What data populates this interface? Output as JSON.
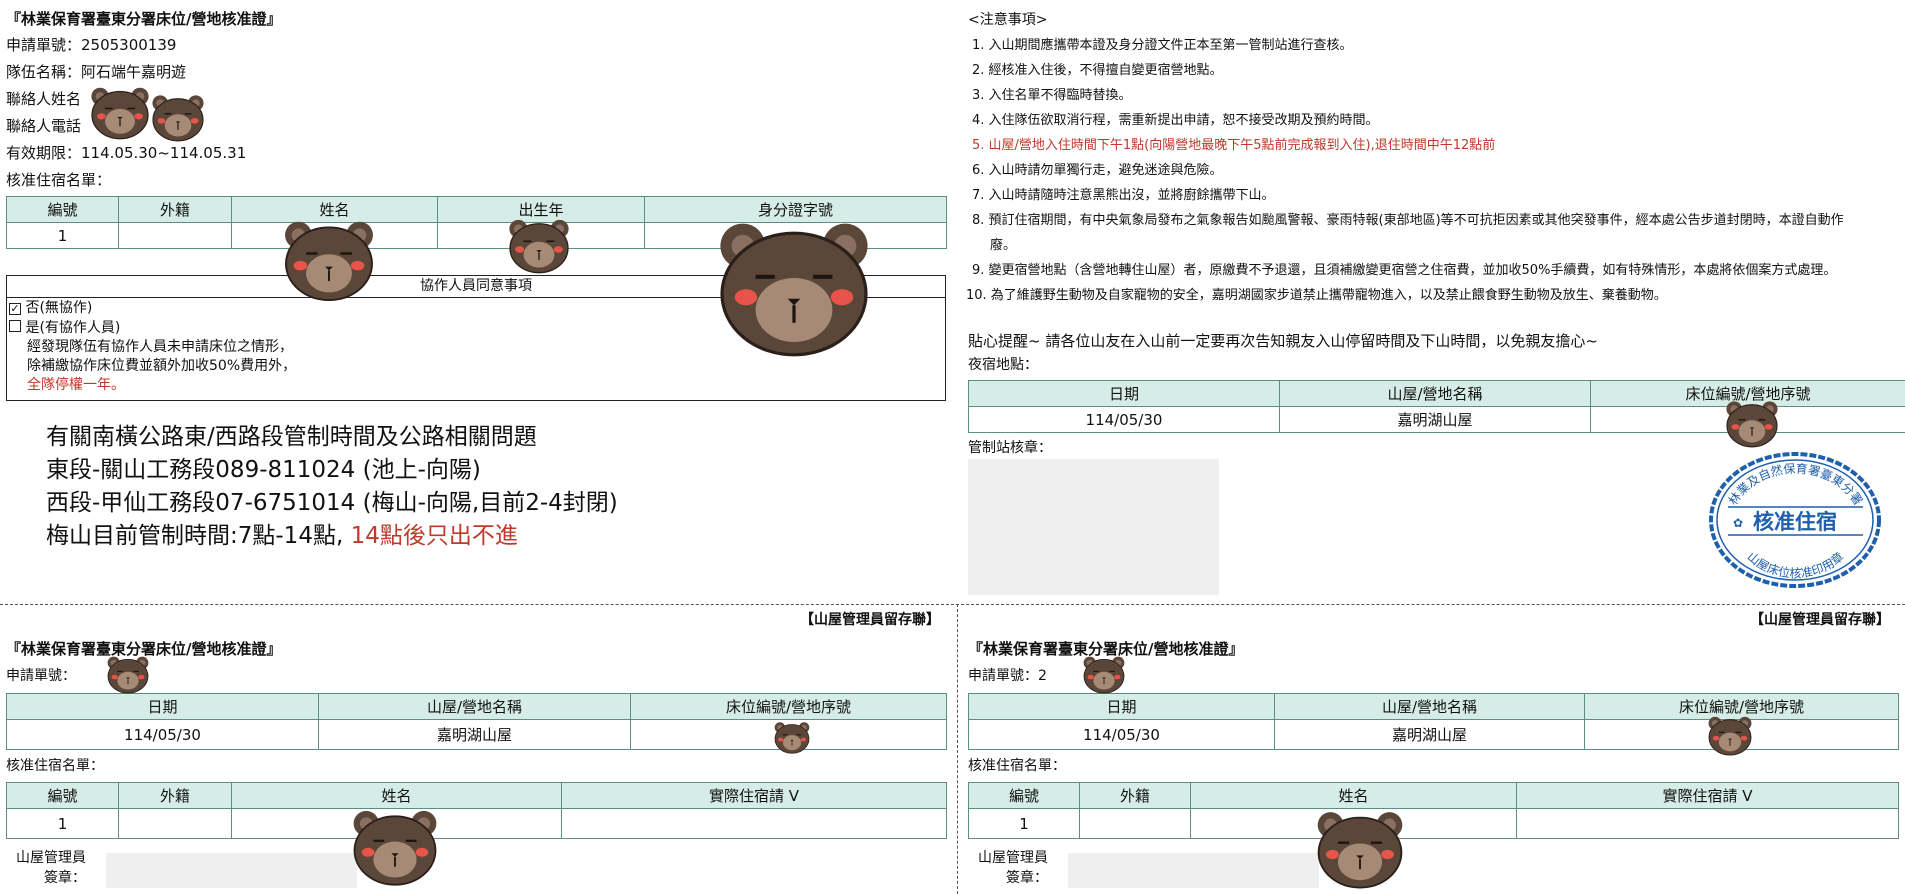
{
  "top": {
    "title": "『林業保育署臺東分署床位/營地核准證』",
    "app_no": "申請單號：2505300139",
    "team": "隊伍名稱：阿石端午嘉明遊",
    "contact_name": "聯絡人姓名",
    "contact_phone": "聯絡人電話",
    "valid": "有效期限：114.05.30~114.05.31",
    "roster_label": "核准住宿名單：",
    "roster_headers": [
      "編號",
      "外籍",
      "姓名",
      "出生年",
      "身分證字號"
    ],
    "roster_row": [
      "1",
      "",
      "",
      "",
      ""
    ],
    "assist": {
      "title": "協作人員同意事項",
      "opt_no": "否(無協作)",
      "opt_yes": "是(有協作人員)",
      "line1": "經發現隊伍有協作人員未申請床位之情形，",
      "line2": "除補繳協作床位費並額外加收50%費用外，",
      "line3": "全隊停權一年。"
    },
    "road": {
      "l1": "有關南橫公路東/西路段管制時間及公路相關問題",
      "l2": "東段-關山工務段089-811024 (池上-向陽)",
      "l3": "西段-甲仙工務段07-6751014 (梅山-向陽,目前2-4封閉)",
      "l4a": "梅山目前管制時間:7點-14點, ",
      "l4b": "14點後只出不進"
    }
  },
  "notes": {
    "title": "<注意事項>",
    "items": [
      "1. 入山期間應攜帶本證及身分證文件正本至第一管制站進行查核。",
      "2. 經核准入住後，不得擅自變更宿營地點。",
      "3. 入住名單不得臨時替換。",
      "4. 入住隊伍欲取消行程，需重新提出申請，恕不接受改期及預約時間。",
      "5. 山屋/營地入住時間下午1點(向陽營地最晚下午5點前完成報到入住),退住時間中午12點前",
      "6. 入山時請勿單獨行走，避免迷途與危險。",
      "7. 入山時請隨時注意黑熊出沒，並將廚餘攜帶下山。",
      "8. 預訂住宿期間，有中央氣象局發布之氣象報告如颱風警報、豪雨特報(東部地區)等不可抗拒因素或其他突發事件，經本處公告步道封閉時，本證自動作",
      "廢。",
      "9. 變更宿營地點（含營地轉住山屋）者，原繳費不予退還，且須補繳變更宿營之住宿費，並加收50%手續費，如有特殊情形，本處將依個案方式處理。",
      "10. 為了維護野生動物及自家寵物的安全，嘉明湖國家步道禁止攜帶寵物進入，以及禁止餵食野生動物及放生、棄養動物。"
    ],
    "reminder": "貼心提醒~ 請各位山友在入山前一定要再次告知親友入山停留時間及下山時間，以免親友擔心~",
    "night_label": "夜宿地點：",
    "night_headers": [
      "日期",
      "山屋/營地名稱",
      "床位編號/營地序號"
    ],
    "night_row": [
      "114/05/30",
      "嘉明湖山屋",
      ""
    ],
    "station_label": "管制站核章：",
    "stamp_center": "核准住宿",
    "stamp_top": "林業及自然保育署臺東分署",
    "stamp_bottom": "山屋床位核准印用章"
  },
  "stub": {
    "keep_label": "【山屋管理員留存聯】",
    "title": "『林業保育署臺東分署床位/營地核准證』",
    "app_no_left": "申請單號：",
    "app_no_right": "申請單號：2",
    "night_headers": [
      "日期",
      "山屋/營地名稱",
      "床位編號/營地序號"
    ],
    "night_row": [
      "114/05/30",
      "嘉明湖山屋",
      ""
    ],
    "roster_label": "核准住宿名單：",
    "roster_headers": [
      "編號",
      "外籍",
      "姓名",
      "實際住宿請 V"
    ],
    "roster_row": [
      "1",
      "",
      "",
      ""
    ],
    "sign1": "山屋管理員",
    "sign2": "簽章："
  },
  "colors": {
    "header_bg": "#d6ede7",
    "border": "#5a8f82",
    "warn": "#c0392b",
    "stamp": "#1e5fae"
  },
  "icons": [
    "bear-face-icon",
    "checked-box-icon",
    "empty-box-icon",
    "seal-stamp-icon"
  ]
}
